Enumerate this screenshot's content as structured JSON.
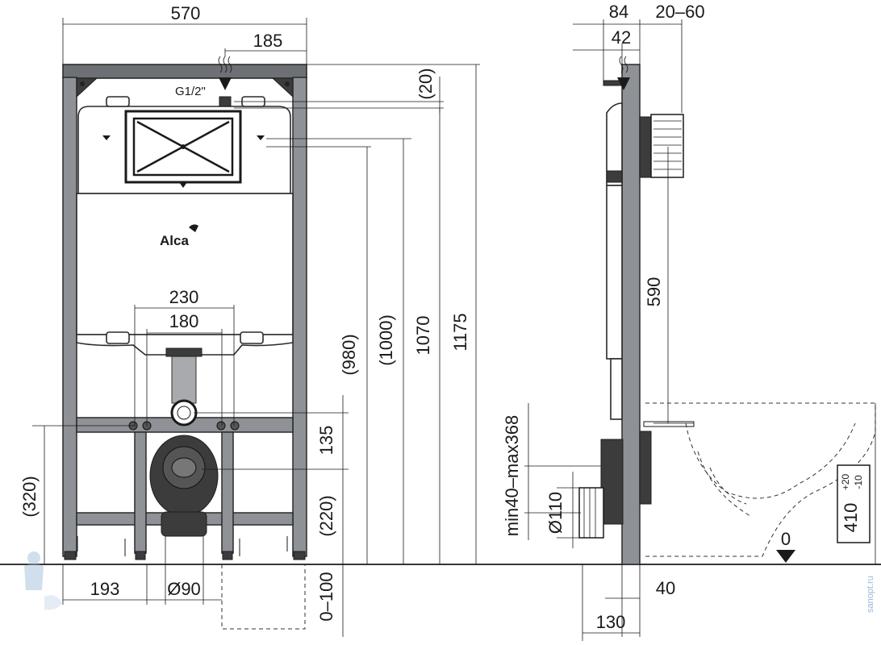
{
  "front_view": {
    "dims": {
      "total_width": "570",
      "inlet_offset": "185",
      "pipe_spacing_outer": "230",
      "pipe_spacing_inner": "180",
      "bottom_offset": "193",
      "drain_diameter": "Ø90",
      "inlet_thread": "G1/2\"",
      "h_20": "(20)",
      "h_980": "(980)",
      "h_1000": "(1000)",
      "h_1070": "1070",
      "h_1175": "1175",
      "h_135": "135",
      "h_220": "(220)",
      "h_320": "(320)",
      "foot_adjust": "0–100"
    },
    "logo": "Alca"
  },
  "side_view": {
    "dims": {
      "depth_84": "84",
      "wall_gap": "20–60",
      "depth_42": "42",
      "h_590": "590",
      "drain_range": "min40–max368",
      "drain_diameter": "Ø110",
      "bottom_40": "40",
      "bottom_130": "130",
      "seat_height": "410",
      "seat_tol_plus": "+20",
      "seat_tol_minus": "-10",
      "floor_level": "0"
    }
  },
  "watermark": "sanopt.ru",
  "colors": {
    "frame": "#8e9196",
    "line": "#1a1a1a",
    "watermark": "#9bb8d8"
  }
}
